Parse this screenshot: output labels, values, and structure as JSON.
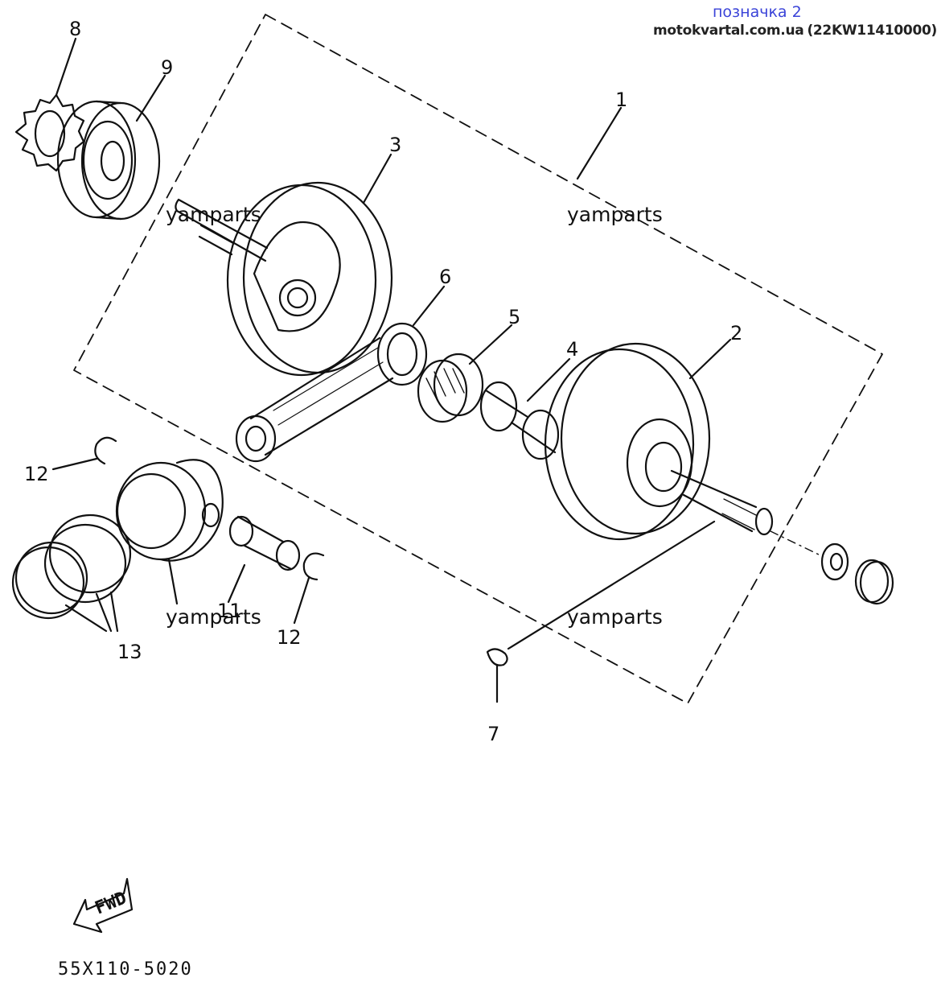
{
  "header": {
    "mark_label": "позначка 2",
    "site": "motokvartal.com.ua",
    "part_code": "(22KW11410000)"
  },
  "watermarks": [
    "yamparts",
    "yamparts",
    "yamparts",
    "yamparts"
  ],
  "callouts": [
    "1",
    "2",
    "3",
    "4",
    "5",
    "6",
    "7",
    "8",
    "9",
    "11",
    "12",
    "12",
    "13"
  ],
  "fwd_label": "FWD",
  "diagram_code": "55X110-5020"
}
